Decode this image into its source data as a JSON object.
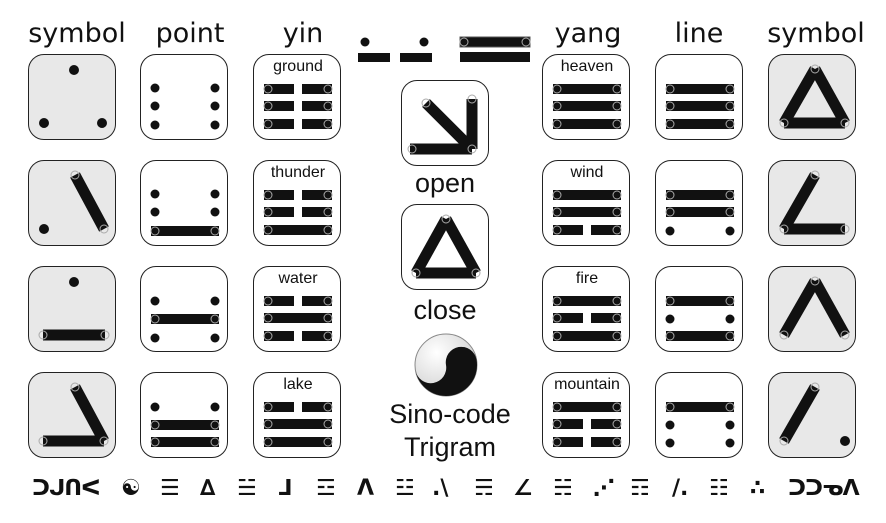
{
  "headers": {
    "left_symbol": "symbol",
    "point": "point",
    "yin": "yin",
    "yang": "yang",
    "line": "line",
    "right_symbol": "symbol"
  },
  "rows": [
    {
      "yin_label": "ground",
      "yang_label": "heaven"
    },
    {
      "yin_label": "thunder",
      "yang_label": "wind"
    },
    {
      "yin_label": "water",
      "yang_label": "fire"
    },
    {
      "yin_label": "lake",
      "yang_label": "mountain"
    }
  ],
  "center": {
    "open_label": "open",
    "close_label": "close",
    "title_line1": "Sino-code",
    "title_line2": "Trigram"
  },
  "bottom_glyphs": [
    "ᑐᒍᑎᐸ",
    "☯",
    "☰",
    "∆",
    "☱",
    "⅃",
    "☲",
    "Λ",
    "☳",
    ".\\",
    "☴",
    "∠",
    "☵",
    "⋰",
    "☶",
    "/.",
    "☷",
    "∴",
    "ᑐᑐᓀᐱ"
  ]
}
